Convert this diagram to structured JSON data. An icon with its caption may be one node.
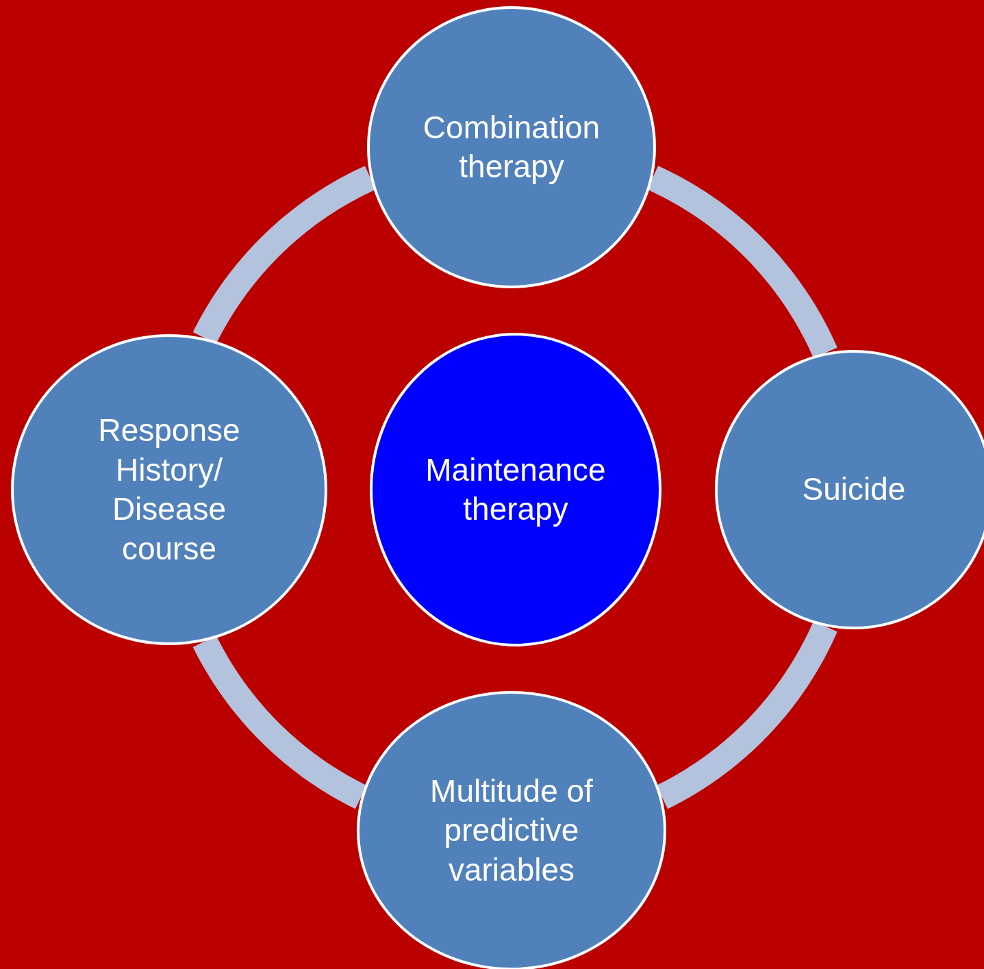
{
  "diagram": {
    "nodes": [
      {
        "text": [
          "Combination therapy"
        ]
      },
      {
        "text": [
          "Response History/ Disease course"
        ]
      },
      {
        "text": [
          "Maintenance therapy"
        ]
      },
      {
        "text": [
          "Suicide"
        ]
      },
      {
        "text": [
          "Multitude of predictive variables"
        ]
      }
    ],
    "edges": [
      {
        "from": 0,
        "to": 3,
        "arrow": "none"
      },
      {
        "from": 3,
        "to": 4,
        "arrow": "none"
      },
      {
        "from": 4,
        "to": 1,
        "arrow": "none"
      },
      {
        "from": 1,
        "to": 0,
        "arrow": "none"
      }
    ]
  }
}
